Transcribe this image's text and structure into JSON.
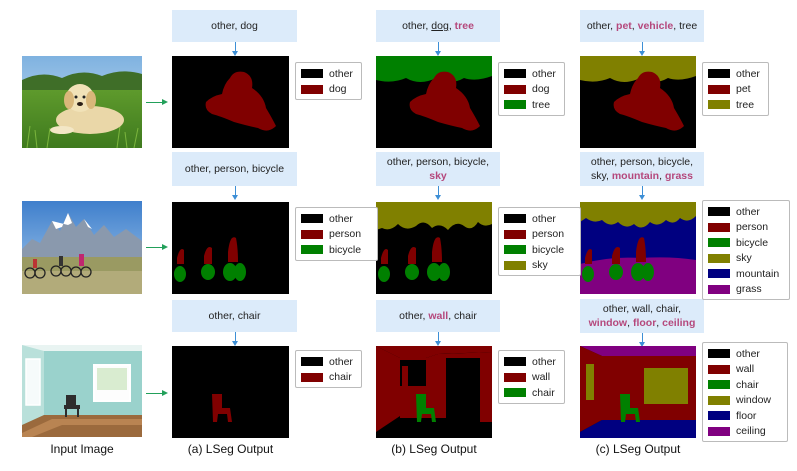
{
  "colors": {
    "other": "#000000",
    "dog": "#800000",
    "person": "#800000",
    "chair": "#800000",
    "pet": "#800000",
    "wall": "#800000",
    "tree": "#008000",
    "bicycle": "#008000",
    "vehicle": "#808000",
    "sky": "#808000",
    "window": "#808000",
    "mountain": "#000080",
    "floor": "#000080",
    "grass": "#800080",
    "ceiling": "#800080",
    "highlight": "#b5487c"
  },
  "prompts": {
    "r1a": [
      "other, dog"
    ],
    "r1b": [
      "other, dog, tree"
    ],
    "r1c": [
      "other, pet, vehicle, tree"
    ],
    "r2a": [
      "other, person, bicycle"
    ],
    "r2b": [
      "other, person, bicycle,",
      "sky"
    ],
    "r2c": [
      "other, person, bicycle,",
      "sky, mountain, grass"
    ],
    "r3a": [
      "other, chair"
    ],
    "r3b": [
      "other, wall, chair"
    ],
    "r3c": [
      "other, wall, chair,",
      "window, floor, ceiling"
    ]
  },
  "legends": {
    "r1a": [
      {
        "label": "other",
        "color": "#000000"
      },
      {
        "label": "dog",
        "color": "#800000"
      }
    ],
    "r1b": [
      {
        "label": "other",
        "color": "#000000"
      },
      {
        "label": "dog",
        "color": "#800000"
      },
      {
        "label": "tree",
        "color": "#008000"
      }
    ],
    "r1c": [
      {
        "label": "other",
        "color": "#000000"
      },
      {
        "label": "pet",
        "color": "#800000"
      },
      {
        "label": "tree",
        "color": "#808000"
      }
    ],
    "r2a": [
      {
        "label": "other",
        "color": "#000000"
      },
      {
        "label": "person",
        "color": "#800000"
      },
      {
        "label": "bicycle",
        "color": "#008000"
      }
    ],
    "r2b": [
      {
        "label": "other",
        "color": "#000000"
      },
      {
        "label": "person",
        "color": "#800000"
      },
      {
        "label": "bicycle",
        "color": "#008000"
      },
      {
        "label": "sky",
        "color": "#808000"
      }
    ],
    "r2c": [
      {
        "label": "other",
        "color": "#000000"
      },
      {
        "label": "person",
        "color": "#800000"
      },
      {
        "label": "bicycle",
        "color": "#008000"
      },
      {
        "label": "sky",
        "color": "#808000"
      },
      {
        "label": "mountain",
        "color": "#000080"
      },
      {
        "label": "grass",
        "color": "#800080"
      }
    ],
    "r3a": [
      {
        "label": "other",
        "color": "#000000"
      },
      {
        "label": "chair",
        "color": "#800000"
      }
    ],
    "r3b": [
      {
        "label": "other",
        "color": "#000000"
      },
      {
        "label": "wall",
        "color": "#800000"
      },
      {
        "label": "chair",
        "color": "#008000"
      }
    ],
    "r3c": [
      {
        "label": "other",
        "color": "#000000"
      },
      {
        "label": "wall",
        "color": "#800000"
      },
      {
        "label": "chair",
        "color": "#008000"
      },
      {
        "label": "window",
        "color": "#808000"
      },
      {
        "label": "floor",
        "color": "#000080"
      },
      {
        "label": "ceiling",
        "color": "#800080"
      }
    ]
  },
  "captions": {
    "input": "Input Image",
    "a": "(a) LSeg Output",
    "b": "(b) LSeg Output",
    "c": "(c) LSeg Output"
  }
}
